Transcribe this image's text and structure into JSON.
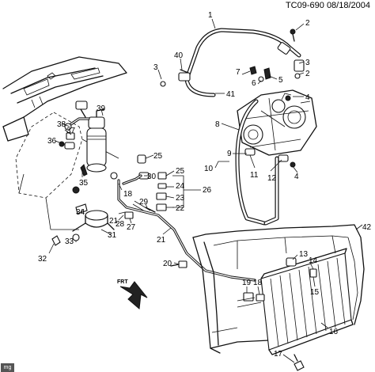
{
  "header": {
    "id": "TC09-690",
    "date": "08/18/2004"
  },
  "forward_arrow": {
    "label": "FRT"
  },
  "watermark": {
    "text": "mg"
  },
  "callouts": [
    "1",
    "2",
    "3",
    "2",
    "40",
    "3",
    "7",
    "6",
    "5",
    "41",
    "4",
    "8",
    "39",
    "9",
    "38",
    "37",
    "36",
    "10",
    "11",
    "12",
    "4",
    "25",
    "30",
    "25",
    "24",
    "23",
    "22",
    "26",
    "35",
    "34",
    "18",
    "21",
    "29",
    "27",
    "28",
    "21",
    "33",
    "32",
    "31",
    "20",
    "13",
    "42",
    "14",
    "15",
    "19",
    "18",
    "17",
    "16"
  ]
}
